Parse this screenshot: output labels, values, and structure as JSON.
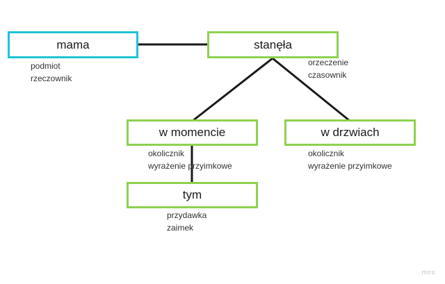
{
  "nodes": {
    "mama": {
      "label": "mama",
      "notes": [
        "podmiot",
        "rzeczownik"
      ]
    },
    "stanela": {
      "label": "stanęła",
      "notes": [
        "orzeczenie",
        "czasownik"
      ]
    },
    "w_momencie": {
      "label": "w momencie",
      "notes": [
        "okolicznik",
        "wyrażenie przyimkowe"
      ]
    },
    "w_drzwiach": {
      "label": "w drzwiach",
      "notes": [
        "okolicznik",
        "wyrażenie przyimkowe"
      ]
    },
    "tym": {
      "label": "tym",
      "notes": [
        "przydawka",
        "zaimek"
      ]
    }
  },
  "colors": {
    "subject_border": "#1fc3d3",
    "node_border": "#8ed14f",
    "connector": "#1a1a1a"
  },
  "watermark": "miro"
}
